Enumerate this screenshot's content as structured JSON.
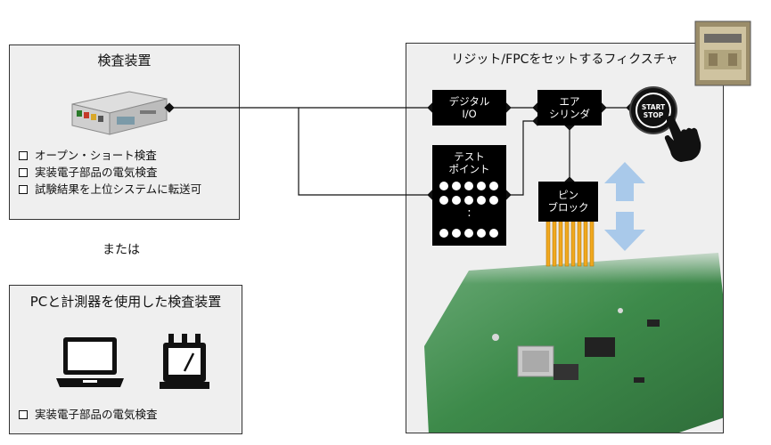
{
  "inspection_device": {
    "title": "検査装置",
    "features": [
      "オープン・ショート検査",
      "実装電子部品の電気検査",
      "試験結果を上位システムに転送可"
    ]
  },
  "or_text": "または",
  "pc_device": {
    "title": "PCと計測器を使用した検査装置",
    "features": [
      "実装電子部品の電気検査"
    ]
  },
  "fixture": {
    "title": "リジット/FPCをセットするフィクスチャ",
    "digital_io": {
      "line1": "デジタル",
      "line2": "I/O"
    },
    "air_cylinder": {
      "line1": "エア",
      "line2": "シリンダ"
    },
    "pin_block": {
      "line1": "ピン",
      "line2": "ブロック"
    },
    "test_point": {
      "line1": "テスト",
      "line2": "ポイント",
      "ellipsis": ":"
    },
    "start_button": {
      "line1": "START",
      "line2": "STOP"
    }
  },
  "colors": {
    "panel_bg": "#efefef",
    "block_bg": "#000000",
    "pcb_green": "#3d8a4a",
    "pin_gold": "#f0a81e",
    "arrow_blue": "#a9c9ea"
  }
}
